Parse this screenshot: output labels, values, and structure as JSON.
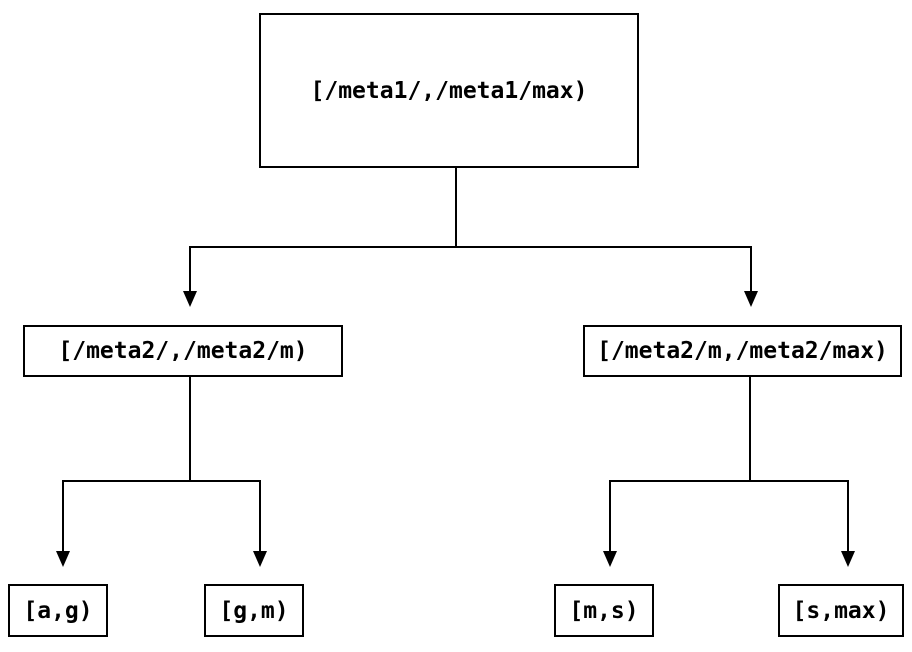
{
  "diagram": {
    "type": "tree",
    "colors": {
      "background": "#ffffff",
      "stroke": "#000000",
      "text": "#000000"
    },
    "nodes": {
      "root": {
        "label": "[/meta1/,/meta1/max)"
      },
      "meta2_low": {
        "label": "[/meta2/,/meta2/m)"
      },
      "meta2_high": {
        "label": "[/meta2/m,/meta2/max)"
      },
      "leaf_ag": {
        "label": "[a,g)"
      },
      "leaf_gm": {
        "label": "[g,m)"
      },
      "leaf_ms": {
        "label": "[m,s)"
      },
      "leaf_smax": {
        "label": "[s,max)"
      }
    }
  }
}
